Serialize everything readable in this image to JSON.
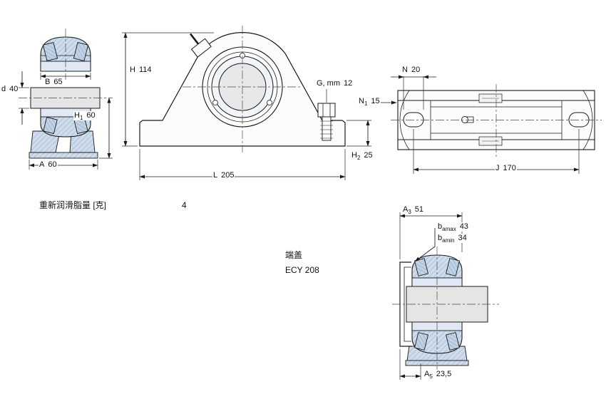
{
  "colors": {
    "line": "#1a1a1a",
    "bearing_fill": "#cfdcec",
    "bearing_hatch": "#8fa9c9",
    "roller_fill": "#c2d2e5",
    "shaft_fill": "#e5e5e5",
    "background": "#ffffff"
  },
  "views": {
    "side": {
      "B": {
        "label": "B",
        "value": "65"
      },
      "d": {
        "label": "d",
        "value": "40"
      },
      "H1": {
        "label": "H",
        "sub": "1",
        "value": "60"
      },
      "A": {
        "label": "A",
        "value": "60"
      }
    },
    "front": {
      "H": {
        "label": "H",
        "value": "114"
      },
      "G": {
        "label": "G, mm",
        "value": "12"
      },
      "H2": {
        "label": "H",
        "sub": "2",
        "value": "25"
      },
      "L": {
        "label": "L",
        "value": "205"
      }
    },
    "top": {
      "N": {
        "label": "N",
        "value": "20"
      },
      "N1": {
        "label": "N",
        "sub": "1",
        "value": "15"
      },
      "J": {
        "label": "J",
        "value": "170"
      }
    },
    "cap": {
      "A3": {
        "label": "A",
        "sub": "3",
        "value": "51"
      },
      "bamax": {
        "label": "b",
        "sub": "amax",
        "value": "43"
      },
      "bamin": {
        "label": "b",
        "sub": "amin",
        "value": "34"
      },
      "A5": {
        "label": "A",
        "sub": "5",
        "value": "23,5"
      }
    }
  },
  "notes": {
    "grease_label": "重新润滑脂量 [克]",
    "grease_value": "4",
    "cap_label": "端盖",
    "cap_model": "ECY 208"
  }
}
